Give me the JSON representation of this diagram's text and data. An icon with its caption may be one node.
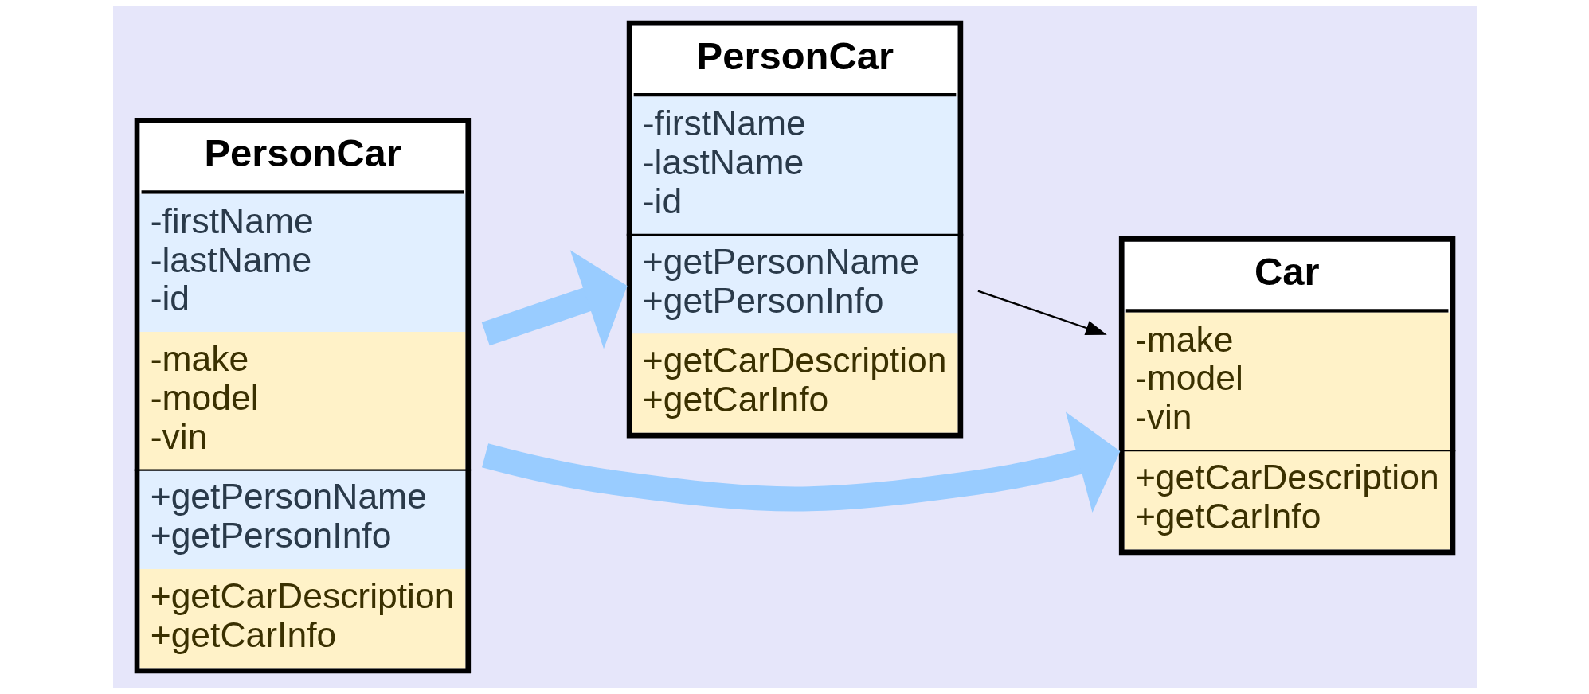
{
  "diagram": {
    "nodes": [
      {
        "text": [
          "PersonCar",
          "-firstName",
          "-lastName",
          "-id",
          "-make",
          "-model",
          "-vin",
          "+getPersonName",
          "+getPersonInfo",
          "+getCarDescription",
          "+getCarInfo"
        ]
      },
      {
        "text": [
          "PersonCar",
          "-firstName",
          "-lastName",
          "-id",
          "+getPersonName",
          "+getPersonInfo",
          "+getCarDescription",
          "+getCarInfo"
        ]
      },
      {
        "text": [
          "Car",
          "-make",
          "-model",
          "-vin",
          "+getCarDescription",
          "+getCarInfo"
        ]
      }
    ],
    "edges": [
      {
        "from": 0,
        "to": 1,
        "arrow": "to",
        "color": "#99ccff"
      },
      {
        "from": 0,
        "to": 2,
        "arrow": "to",
        "color": "#99ccff"
      },
      {
        "from": 1,
        "to": 2,
        "arrow": "to",
        "color": "#000000"
      }
    ]
  }
}
